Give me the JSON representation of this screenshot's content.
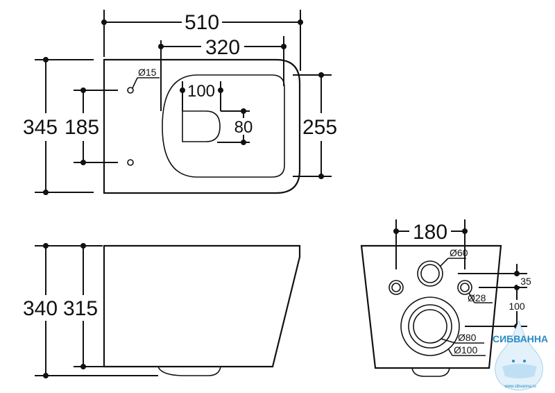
{
  "top_view": {
    "width_overall": "510",
    "width_bowl": "320",
    "depth_overall": "345",
    "hole_spacing": "185",
    "depth_bowl": "255",
    "hole_diameter": "Ø15",
    "outlet_offset": "100",
    "outlet_size": "80"
  },
  "side_view": {
    "height_overall": "340",
    "height_body": "315"
  },
  "back_view": {
    "bolt_spacing": "180",
    "inlet_diameter": "Ø60",
    "bolt_diameter": "Ø28",
    "offset_35": "35",
    "offset_100": "100",
    "outlet_diameter_inner": "Ø80",
    "outlet_diameter_outer": "Ø100"
  },
  "watermark": {
    "name": "СИБВАННА",
    "url": "www.sibvanna.ru",
    "color": "#2a8bc4"
  }
}
